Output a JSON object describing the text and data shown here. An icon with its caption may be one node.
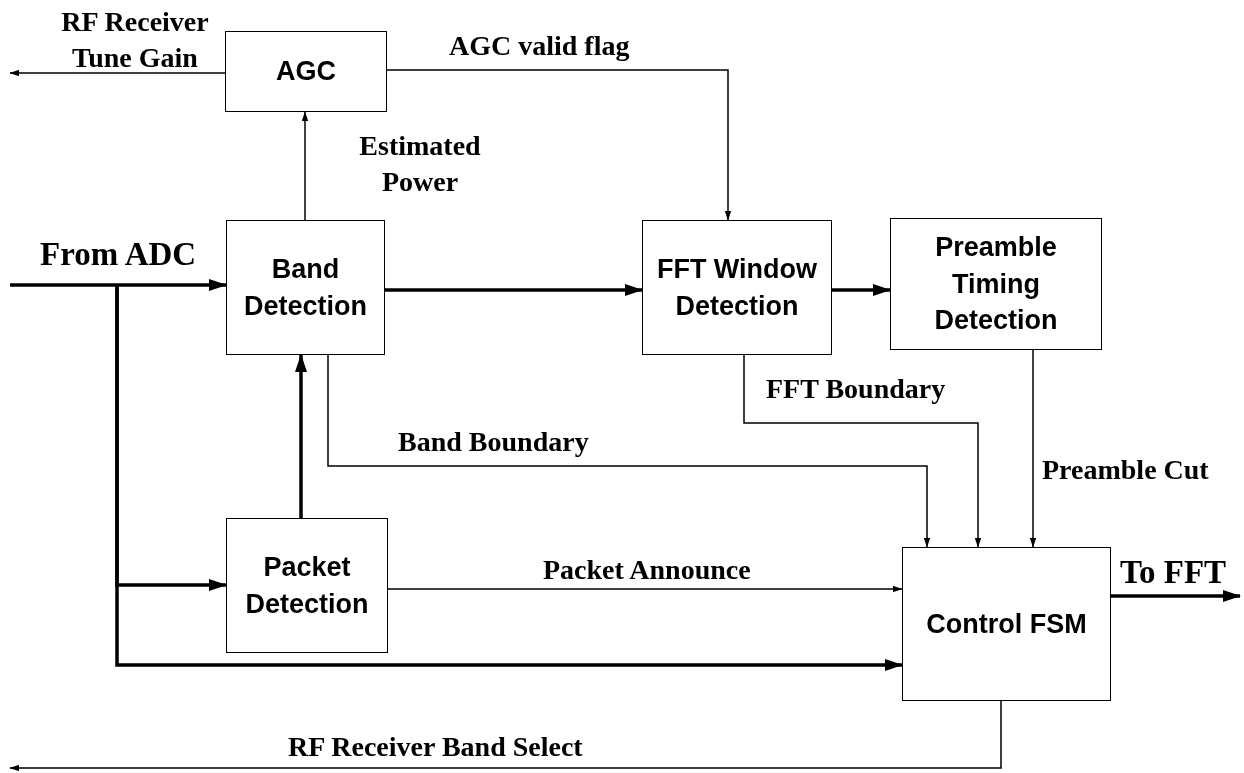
{
  "diagram": {
    "nodes": [
      {
        "text": [
          "AGC"
        ]
      },
      {
        "text": [
          "Band Detection"
        ]
      },
      {
        "text": [
          "FFT Window Detection"
        ]
      },
      {
        "text": [
          "Preamble Timing Detection"
        ]
      },
      {
        "text": [
          "Packet Detection"
        ]
      },
      {
        "text": [
          "Control FSM"
        ]
      }
    ],
    "edges": [
      {
        "from": 0,
        "to": null,
        "arrow": "to",
        "label": "RF Receiver Tune Gain"
      },
      {
        "from": 0,
        "to": 2,
        "arrow": "to",
        "label": "AGC valid flag"
      },
      {
        "from": 1,
        "to": 0,
        "arrow": "to",
        "label": "Estimated Power"
      },
      {
        "from": null,
        "to": 1,
        "arrow": "to",
        "label": "From ADC",
        "style": "thick"
      },
      {
        "from": null,
        "to": 4,
        "arrow": "to",
        "style": "thick"
      },
      {
        "from": null,
        "to": 5,
        "arrow": "to",
        "style": "thick"
      },
      {
        "from": 1,
        "to": 2,
        "arrow": "to",
        "style": "thick"
      },
      {
        "from": 2,
        "to": 3,
        "arrow": "to",
        "style": "thick"
      },
      {
        "from": 4,
        "to": 1,
        "arrow": "to",
        "style": "thick"
      },
      {
        "from": 1,
        "to": 5,
        "arrow": "to",
        "label": "Band Boundary"
      },
      {
        "from": 2,
        "to": 5,
        "arrow": "to",
        "label": "FFT Boundary"
      },
      {
        "from": 3,
        "to": 5,
        "arrow": "to",
        "label": "Preamble Cut"
      },
      {
        "from": 4,
        "to": 5,
        "arrow": "to",
        "label": "Packet Announce"
      },
      {
        "from": 5,
        "to": null,
        "arrow": "to",
        "label": "To FFT",
        "style": "thick"
      },
      {
        "from": 5,
        "to": null,
        "arrow": "to",
        "label": "RF Receiver Band Select"
      }
    ]
  }
}
